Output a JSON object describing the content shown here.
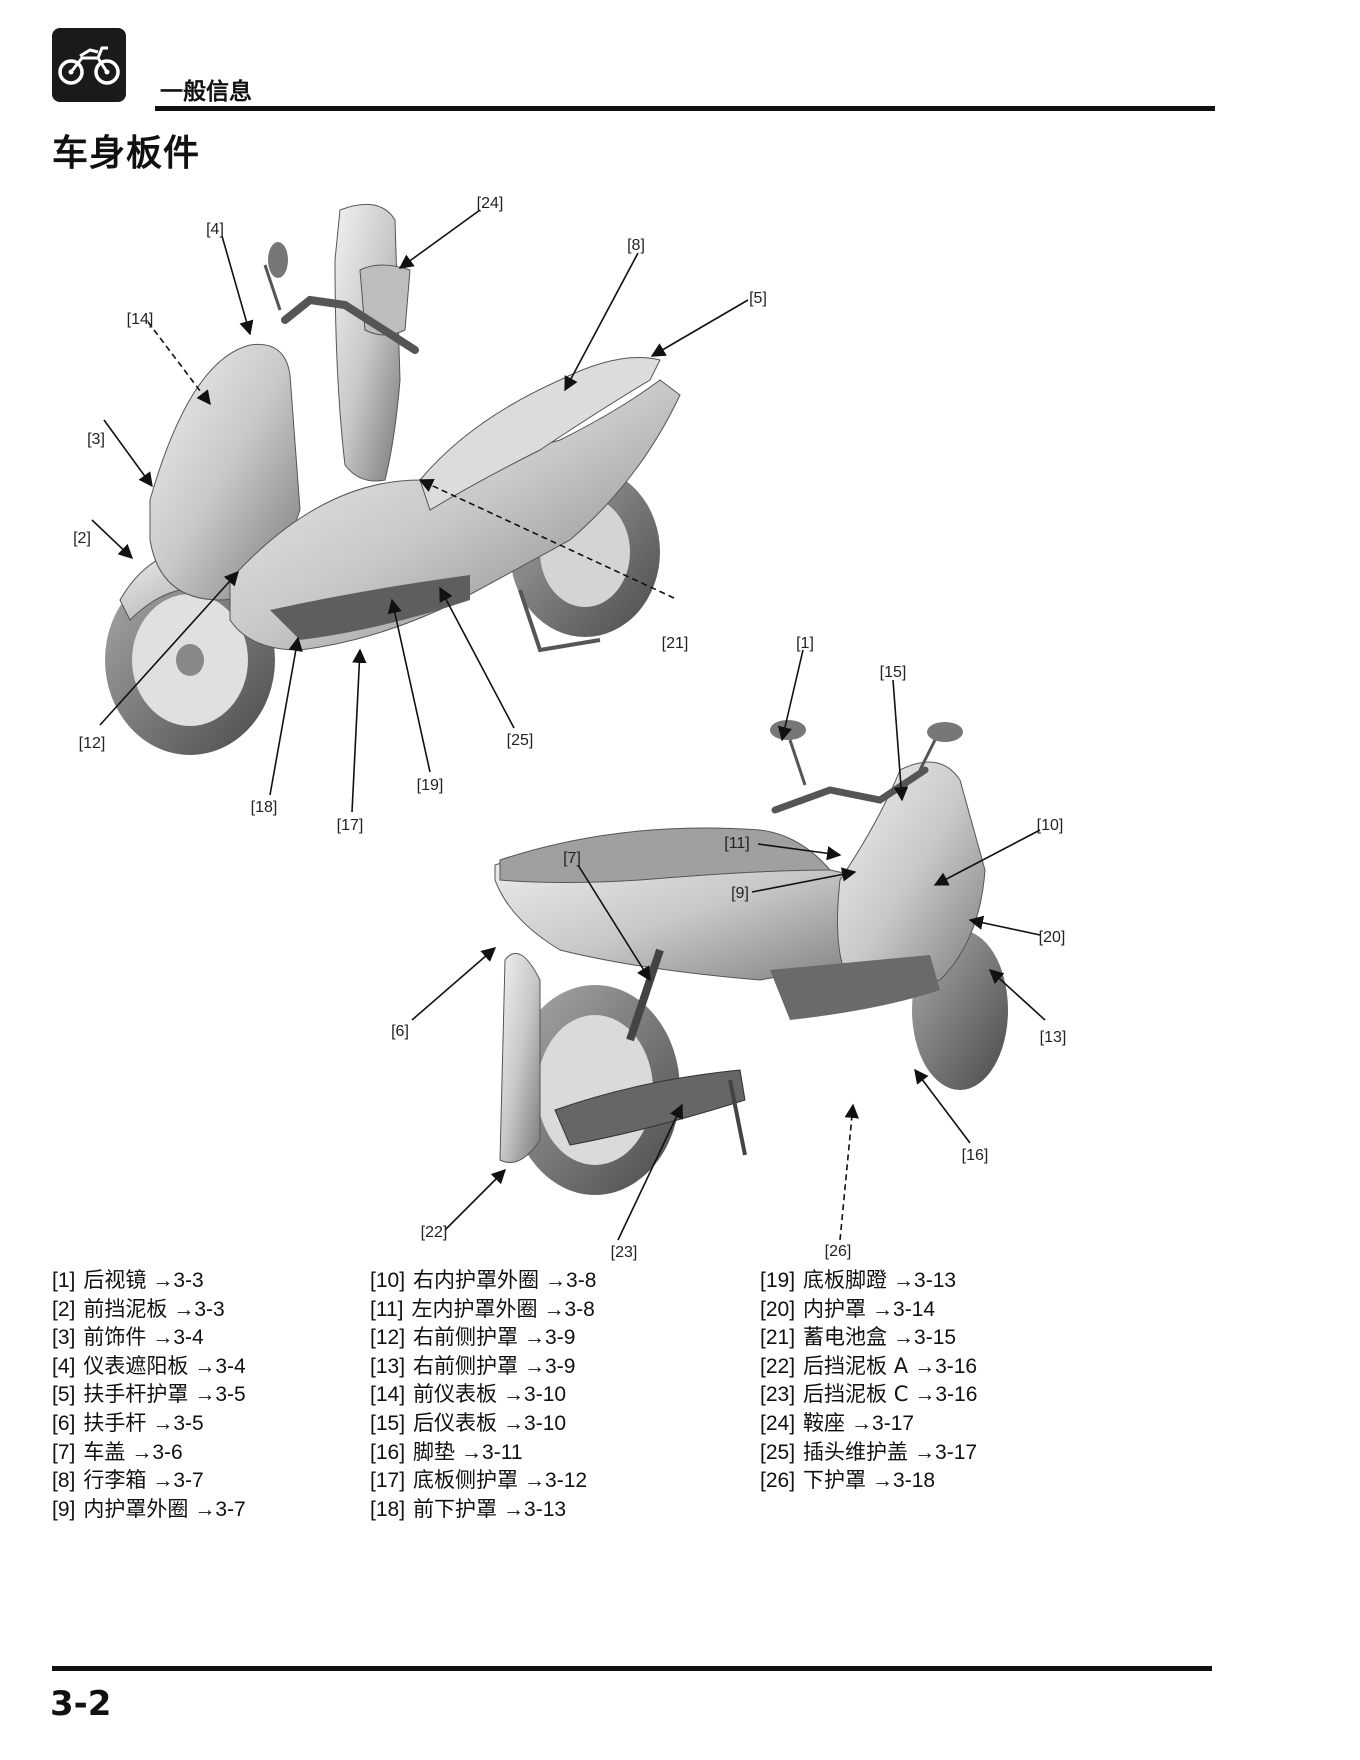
{
  "header": {
    "title": "一般信息",
    "logo_icon": "motorcycle-icon"
  },
  "section_title": "车身板件",
  "figure": {
    "callouts": [
      "[1]",
      "[2]",
      "[3]",
      "[4]",
      "[5]",
      "[6]",
      "[7]",
      "[8]",
      "[9]",
      "[10]",
      "[11]",
      "[12]",
      "[13]",
      "[14]",
      "[15]",
      "[16]",
      "[17]",
      "[18]",
      "[19]",
      "[20]",
      "[21]",
      "[22]",
      "[23]",
      "[24]",
      "[25]",
      "[26]"
    ]
  },
  "legend": {
    "columns": [
      [
        {
          "num": "[1]",
          "name": "后视镜",
          "ref": "→3-3"
        },
        {
          "num": "[2]",
          "name": "前挡泥板",
          "ref": "→3-3"
        },
        {
          "num": "[3]",
          "name": "前饰件",
          "ref": "→3-4"
        },
        {
          "num": "[4]",
          "name": "仪表遮阳板",
          "ref": "→3-4"
        },
        {
          "num": "[5]",
          "name": "扶手杆护罩",
          "ref": "→3-5"
        },
        {
          "num": "[6]",
          "name": "扶手杆",
          "ref": "→3-5"
        },
        {
          "num": "[7]",
          "name": "车盖",
          "ref": "→3-6"
        },
        {
          "num": "[8]",
          "name": "行李箱",
          "ref": "→3-7"
        },
        {
          "num": "[9]",
          "name": "内护罩外圈",
          "ref": "→3-7"
        }
      ],
      [
        {
          "num": "[10]",
          "name": "右内护罩外圈",
          "ref": "→3-8"
        },
        {
          "num": "[11]",
          "name": "左内护罩外圈",
          "ref": "→3-8"
        },
        {
          "num": "[12]",
          "name": "右前侧护罩",
          "ref": "→3-9"
        },
        {
          "num": "[13]",
          "name": "右前侧护罩",
          "ref": "→3-9"
        },
        {
          "num": "[14]",
          "name": "前仪表板",
          "ref": "→3-10"
        },
        {
          "num": "[15]",
          "name": "后仪表板",
          "ref": "→3-10"
        },
        {
          "num": "[16]",
          "name": "脚垫",
          "ref": "→3-11"
        },
        {
          "num": "[17]",
          "name": "底板侧护罩",
          "ref": "→3-12"
        },
        {
          "num": "[18]",
          "name": "前下护罩",
          "ref": "→3-13"
        }
      ],
      [
        {
          "num": "[19]",
          "name": "底板脚蹬",
          "ref": "→3-13"
        },
        {
          "num": "[20]",
          "name": "内护罩",
          "ref": "→3-14"
        },
        {
          "num": "[21]",
          "name": "蓄电池盒",
          "ref": "→3-15"
        },
        {
          "num": "[22]",
          "name": "后挡泥板 A",
          "ref": "→3-16"
        },
        {
          "num": "[23]",
          "name": "后挡泥板 C",
          "ref": "→3-16"
        },
        {
          "num": "[24]",
          "name": "鞍座",
          "ref": "→3-17"
        },
        {
          "num": "[25]",
          "name": "插头维护盖",
          "ref": "→3-17"
        },
        {
          "num": "[26]",
          "name": "下护罩",
          "ref": "→3-18"
        }
      ]
    ]
  },
  "footer": {
    "page_number": "3-2"
  }
}
